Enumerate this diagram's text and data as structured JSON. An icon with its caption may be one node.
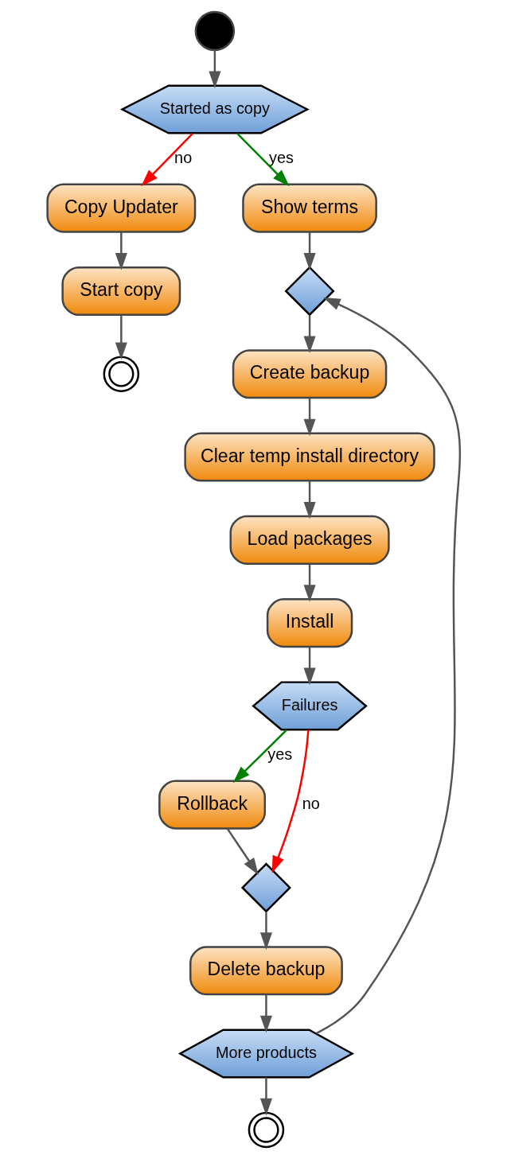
{
  "diagram": {
    "nodes": [
      {
        "text": [],
        "shape": "circle"
      },
      {
        "text": [
          "Started as copy"
        ]
      },
      {
        "text": [
          "Copy Updater"
        ]
      },
      {
        "text": [
          "Start copy"
        ]
      },
      {
        "text": [],
        "shape": "circle"
      },
      {
        "text": [
          "Show terms"
        ]
      },
      {
        "text": [],
        "shape": "diamond"
      },
      {
        "text": [
          "Create backup"
        ]
      },
      {
        "text": [
          "Clear temp install directory"
        ]
      },
      {
        "text": [
          "Load packages"
        ]
      },
      {
        "text": [
          "Install"
        ]
      },
      {
        "text": [
          "Failures"
        ]
      },
      {
        "text": [
          "Rollback"
        ]
      },
      {
        "text": [],
        "shape": "diamond"
      },
      {
        "text": [
          "Delete backup"
        ]
      },
      {
        "text": [
          "More products"
        ]
      },
      {
        "text": [],
        "shape": "circle"
      }
    ],
    "edges": [
      {
        "from": 0,
        "to": 1,
        "arrow": "to"
      },
      {
        "from": 1,
        "to": 2,
        "arrow": "to",
        "label": "no",
        "color": "#ff0000"
      },
      {
        "from": 1,
        "to": 5,
        "arrow": "to",
        "label": "yes",
        "color": "#008000"
      },
      {
        "from": 2,
        "to": 3,
        "arrow": "to"
      },
      {
        "from": 3,
        "to": 4,
        "arrow": "to"
      },
      {
        "from": 5,
        "to": 6,
        "arrow": "to"
      },
      {
        "from": 6,
        "to": 7,
        "arrow": "to"
      },
      {
        "from": 7,
        "to": 8,
        "arrow": "to"
      },
      {
        "from": 8,
        "to": 9,
        "arrow": "to"
      },
      {
        "from": 9,
        "to": 10,
        "arrow": "to"
      },
      {
        "from": 10,
        "to": 11,
        "arrow": "to"
      },
      {
        "from": 11,
        "to": 12,
        "arrow": "to",
        "label": "yes",
        "color": "#008000"
      },
      {
        "from": 11,
        "to": 13,
        "arrow": "to",
        "label": "no",
        "color": "#ff0000"
      },
      {
        "from": 12,
        "to": 13,
        "arrow": "to"
      },
      {
        "from": 13,
        "to": 14,
        "arrow": "to"
      },
      {
        "from": 14,
        "to": 15,
        "arrow": "to"
      },
      {
        "from": 15,
        "to": 6,
        "arrow": "to"
      },
      {
        "from": 15,
        "to": 16,
        "arrow": "to"
      }
    ]
  }
}
